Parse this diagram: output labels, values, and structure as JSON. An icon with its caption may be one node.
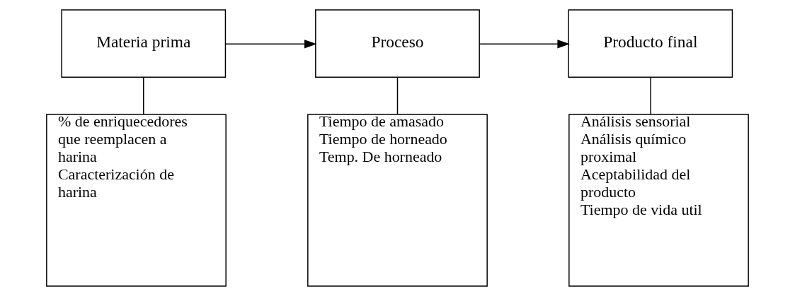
{
  "diagram": {
    "nodes": [
      {
        "text": [
          "Materia prima"
        ]
      },
      {
        "text": [
          "Proceso"
        ]
      },
      {
        "text": [
          "Producto final"
        ]
      },
      {
        "text": [
          "% de enriquecedores que reemplacen a harina",
          "Caracterización de harina"
        ]
      },
      {
        "text": [
          "Tiempo de amasado",
          "Tiempo de horneado",
          "Temp. De horneado"
        ]
      },
      {
        "text": [
          "Análisis sensorial",
          "Análisis químico proximal",
          "Aceptabilidad del producto",
          "Tiempo de vida util"
        ]
      }
    ],
    "edges": [
      {
        "from": 0,
        "to": 1,
        "arrow": "to"
      },
      {
        "from": 1,
        "to": 2,
        "arrow": "to"
      },
      {
        "from": 0,
        "to": 3,
        "arrow": "none"
      },
      {
        "from": 1,
        "to": 4,
        "arrow": "none"
      },
      {
        "from": 2,
        "to": 5,
        "arrow": "none"
      }
    ]
  }
}
